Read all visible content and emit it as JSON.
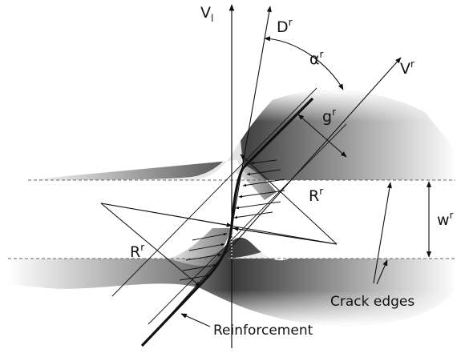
{
  "labels": {
    "vl": {
      "main": "V",
      "sub": "l"
    },
    "dr": {
      "main": "D",
      "sup": "r"
    },
    "alpha": {
      "main": "α",
      "sup": "r"
    },
    "vr": {
      "main": "V",
      "sup": "r"
    },
    "gr": {
      "main": "g",
      "sup": "r"
    },
    "rr_right": {
      "main": "R",
      "sup": "r"
    },
    "rr_left": {
      "main": "R",
      "sup": "r"
    },
    "wr": {
      "main": "w",
      "sup": "r"
    },
    "crack_edges": "Crack edges",
    "reinforcement": "Reinforcement"
  },
  "colors": {
    "ink": "#111111",
    "shade_dark": "#5a5a5a",
    "shade_light": "#ffffff",
    "dashed": "#666666"
  }
}
